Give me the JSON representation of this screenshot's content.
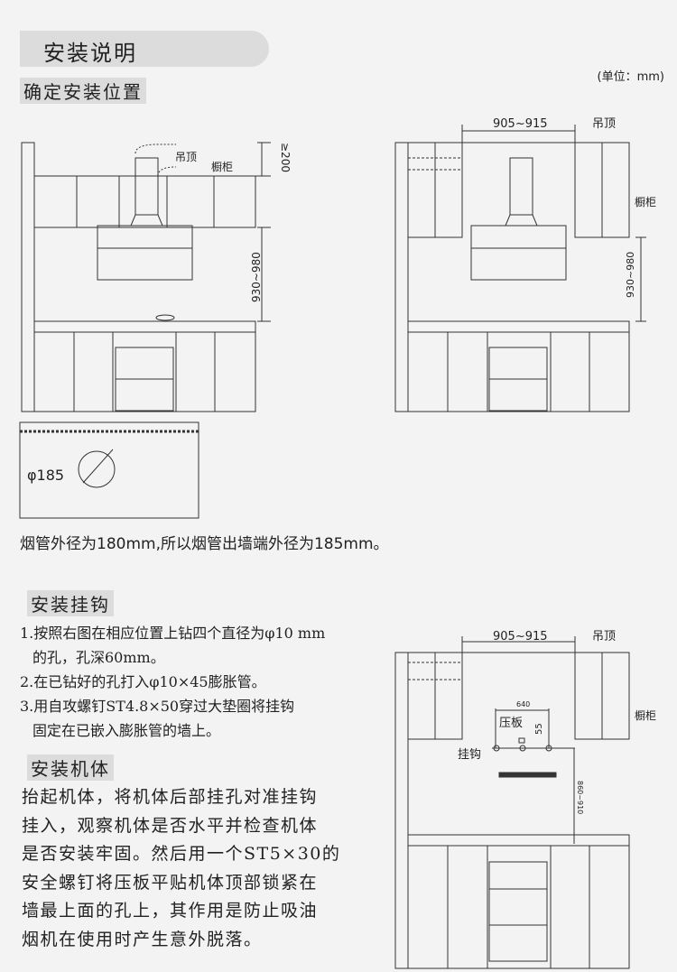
{
  "title": "安装说明",
  "unit": "(单位：mm)",
  "section1": {
    "heading": "确定安装位置",
    "labels": {
      "ceiling": "吊顶",
      "cabinet": "橱柜",
      "gap": "≥200",
      "height": "930~980",
      "width": "905~915",
      "hole": "φ185"
    },
    "note": "烟管外径为180mm,所以烟管出墙端外径为185mm。"
  },
  "section2": {
    "heading": "安装挂钩",
    "steps": [
      "1.按照右图在相应位置上钻四个直径为φ10 mm",
      "  的孔，孔深60mm。",
      "2.在已钻好的孔打入φ10×45膨胀管。",
      "3.用自攻螺钉ST4.8×50穿过大垫圈将挂钩",
      "  固定在已嵌入膨胀管的墙上。"
    ],
    "labels": {
      "width": "905~915",
      "ceiling": "吊顶",
      "cabinet": "橱柜",
      "span": "640",
      "plate": "压板",
      "offset": "55",
      "hook": "挂钩",
      "height": "860~910"
    }
  },
  "section3": {
    "heading": "安装机体",
    "lines": [
      "抬起机体，将机体后部挂孔对准挂钩",
      "挂入，观察机体是否水平并检查机体",
      "是否安装牢固。然后用一个ST5×30的",
      "安全螺钉将压板平贴机体顶部锁紧在",
      "墙最上面的孔上，其作用是防止吸油",
      "烟机在使用时产生意外脱落。"
    ]
  }
}
